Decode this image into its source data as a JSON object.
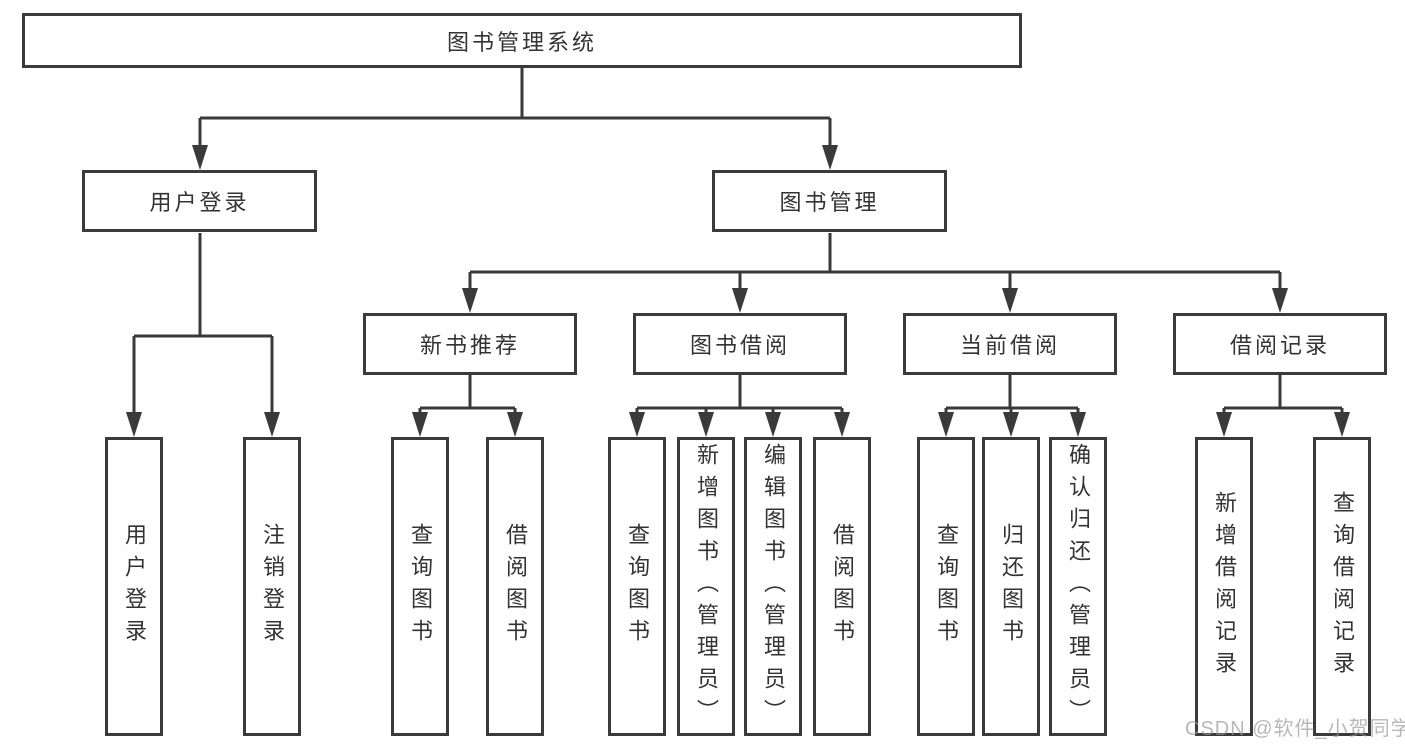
{
  "tree": {
    "root": "图书管理系统",
    "branches": [
      {
        "label": "用户登录",
        "children": [
          "用户登录",
          "注销登录"
        ]
      },
      {
        "label": "图书管理",
        "groups": [
          {
            "label": "新书推荐",
            "children": [
              "查询图书",
              "借阅图书"
            ]
          },
          {
            "label": "图书借阅",
            "children": [
              "查询图书",
              "新增图书（管理员）",
              "编辑图书（管理员）",
              "借阅图书"
            ]
          },
          {
            "label": "当前借阅",
            "children": [
              "查询图书",
              "归还图书",
              "确认归还（管理员）"
            ]
          },
          {
            "label": "借阅记录",
            "children": [
              "新增借阅记录",
              "查询借阅记录"
            ]
          }
        ]
      }
    ]
  },
  "watermark": "CSDN @软件_小贺同学",
  "colors": {
    "line": "#3a3a3a",
    "text": "#333333",
    "box_background": "#ffffff",
    "page_background": "#ffffff",
    "watermark": "#bcbcbc"
  }
}
